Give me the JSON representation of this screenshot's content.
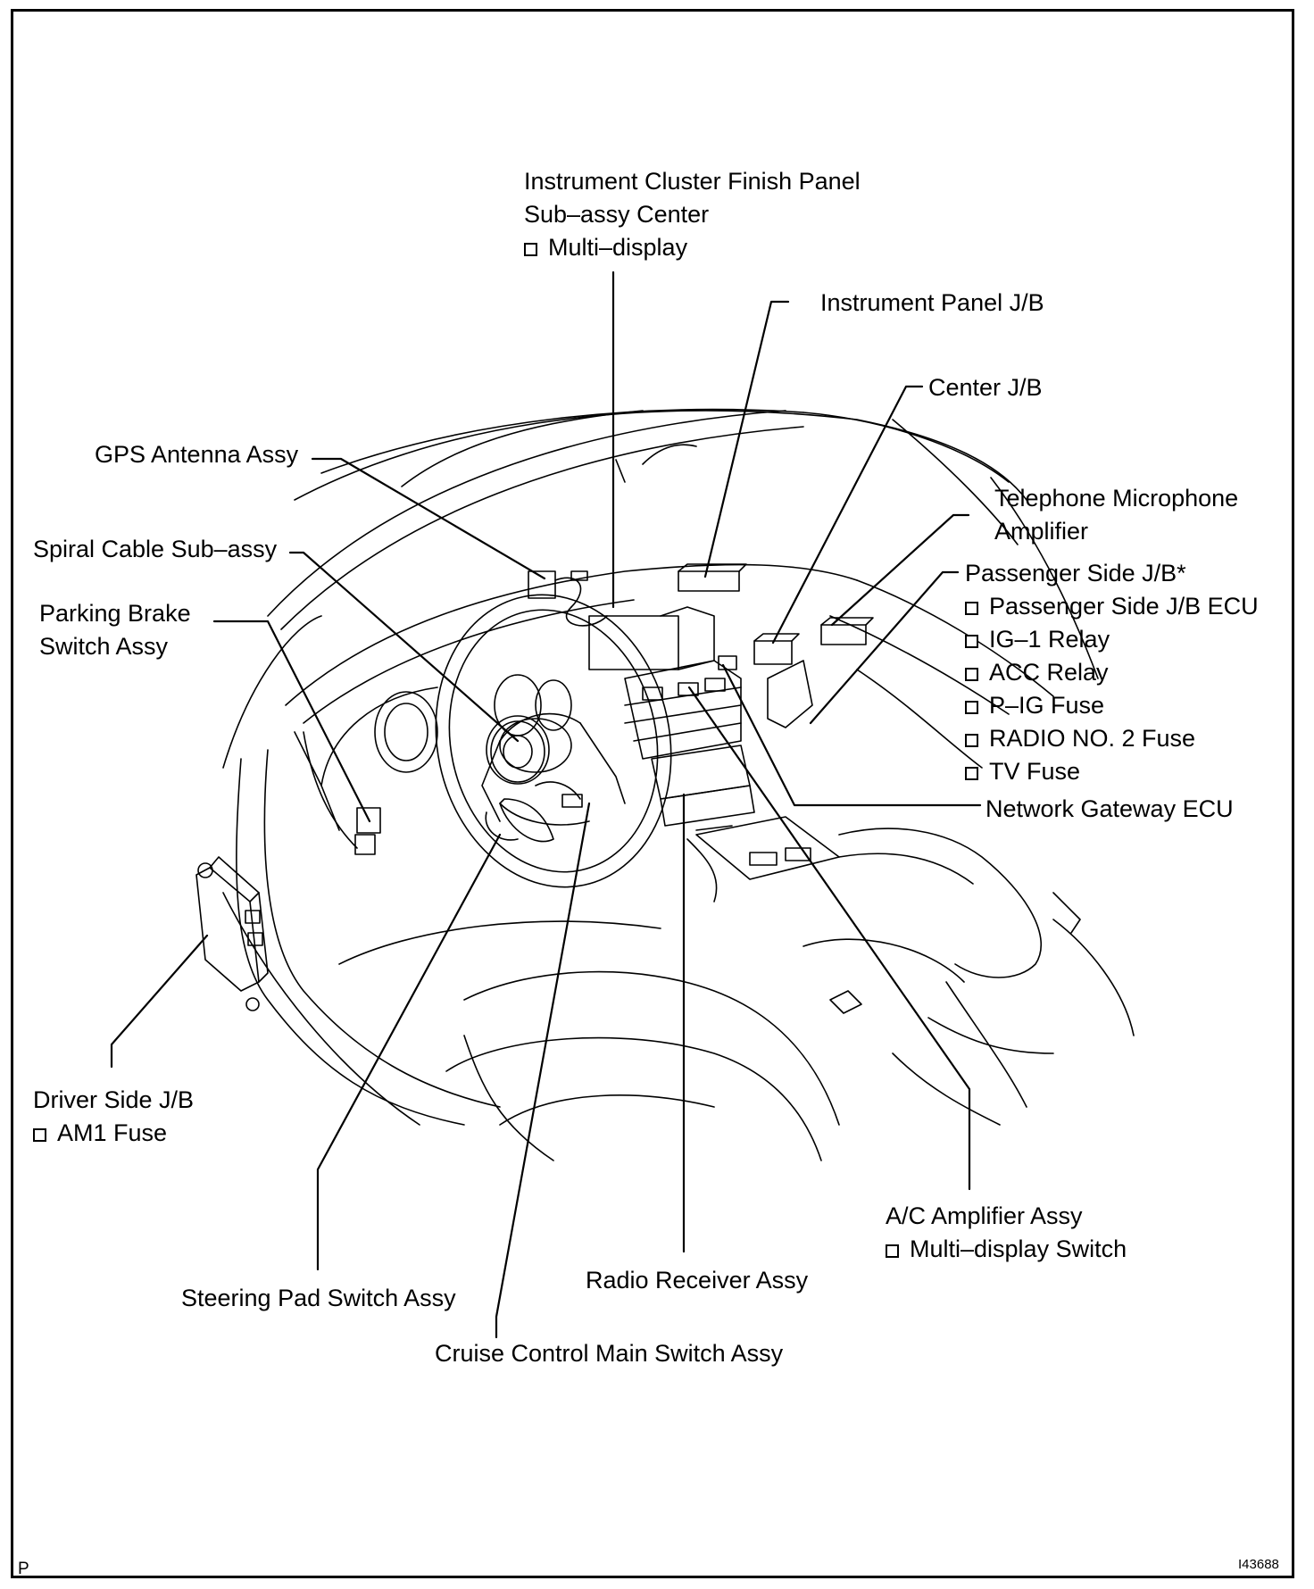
{
  "labels": {
    "instrument_cluster": {
      "line1": "Instrument Cluster Finish Panel",
      "line2": "Sub–assy Center",
      "items": [
        "Multi–display"
      ]
    },
    "instrument_panel_jb": "Instrument Panel J/B",
    "center_jb": "Center J/B",
    "gps_antenna": "GPS Antenna Assy",
    "telephone_mic": {
      "line1": "Telephone Microphone",
      "line2": "Amplifier"
    },
    "spiral_cable": "Spiral Cable Sub–assy",
    "passenger_jb": {
      "title": "Passenger Side J/B*",
      "items": [
        "Passenger Side J/B ECU",
        "IG–1 Relay",
        "ACC Relay",
        "P–IG Fuse",
        "RADIO NO. 2 Fuse",
        "TV Fuse"
      ]
    },
    "parking_brake": {
      "line1": "Parking Brake",
      "line2": "Switch Assy"
    },
    "network_gateway": "Network Gateway ECU",
    "driver_jb": {
      "title": "Driver Side J/B",
      "items": [
        "AM1 Fuse"
      ]
    },
    "ac_amplifier": {
      "title": "A/C Amplifier Assy",
      "items": [
        "Multi–display Switch"
      ]
    },
    "radio_receiver": "Radio Receiver Assy",
    "steering_pad": "Steering Pad Switch Assy",
    "cruise_control": "Cruise Control Main Switch Assy"
  },
  "corner": {
    "left": "P",
    "right": "I43688"
  }
}
